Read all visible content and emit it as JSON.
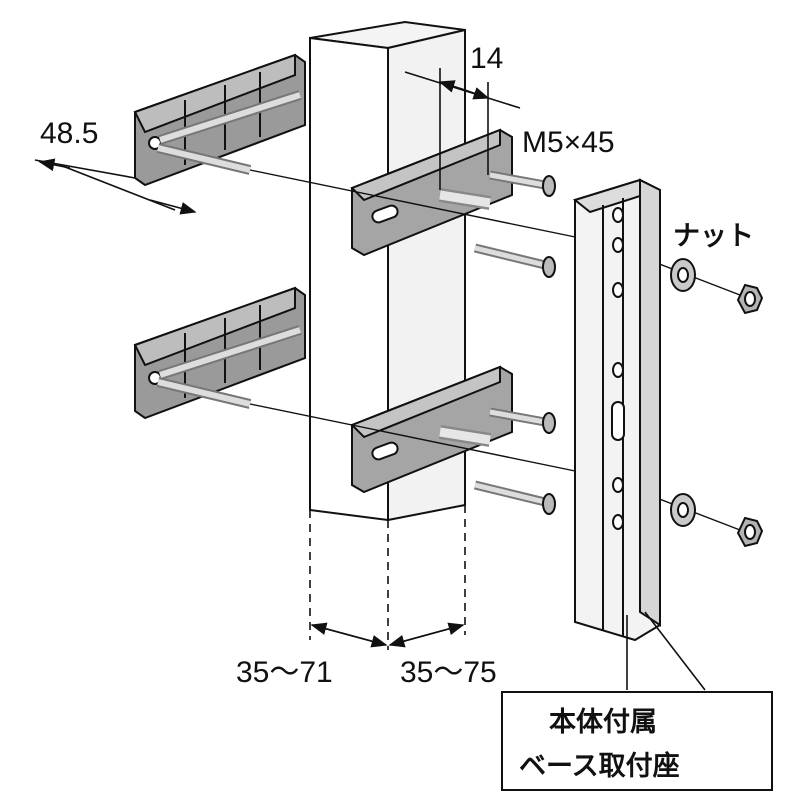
{
  "dimensions": {
    "bracket_offset": "48.5",
    "bolt_spacing": "14",
    "bolt_spec": "M5×45",
    "post_range_left": "35～71",
    "post_range_right": "35～75"
  },
  "labels": {
    "nut": "ナット",
    "callout_line1": "本体付属",
    "callout_line2": "ベース取付座"
  }
}
